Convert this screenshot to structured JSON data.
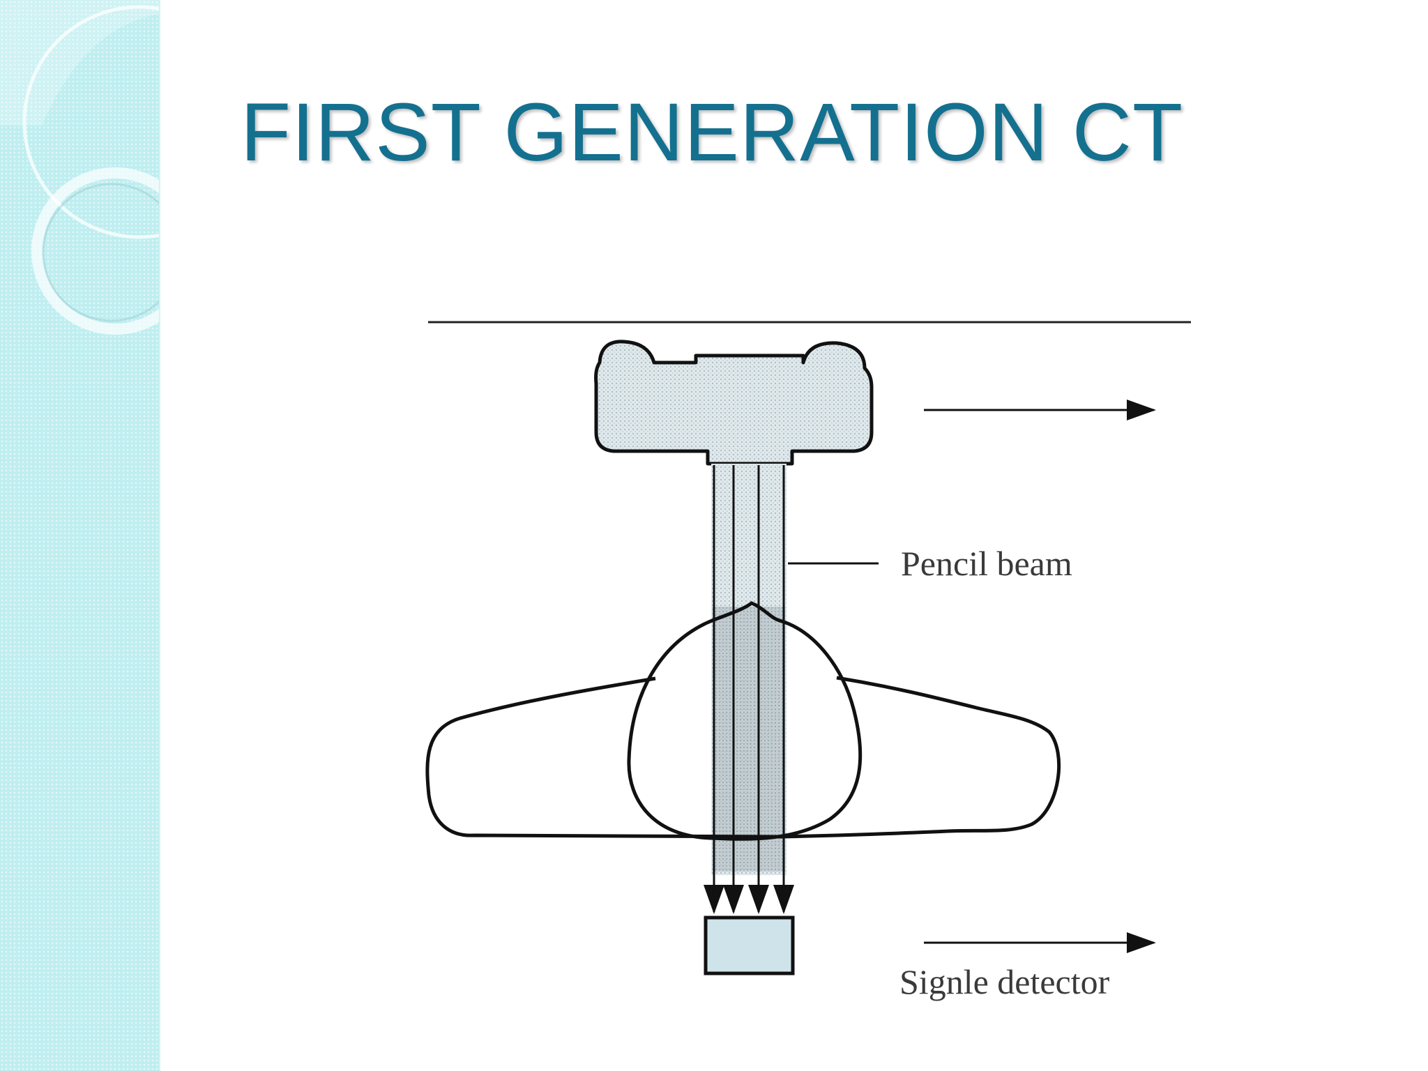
{
  "slide": {
    "title": "FIRST GENERATION CT"
  },
  "diagram": {
    "pencil_beam_label": "Pencil beam",
    "detector_label": "Signle detector"
  },
  "colors": {
    "title": "#14708f",
    "side_panel": "#bfeef0",
    "source_fill": "#dde8ec",
    "beam_fill": "#c9d3d8",
    "detector_fill": "#cfe3ea"
  }
}
